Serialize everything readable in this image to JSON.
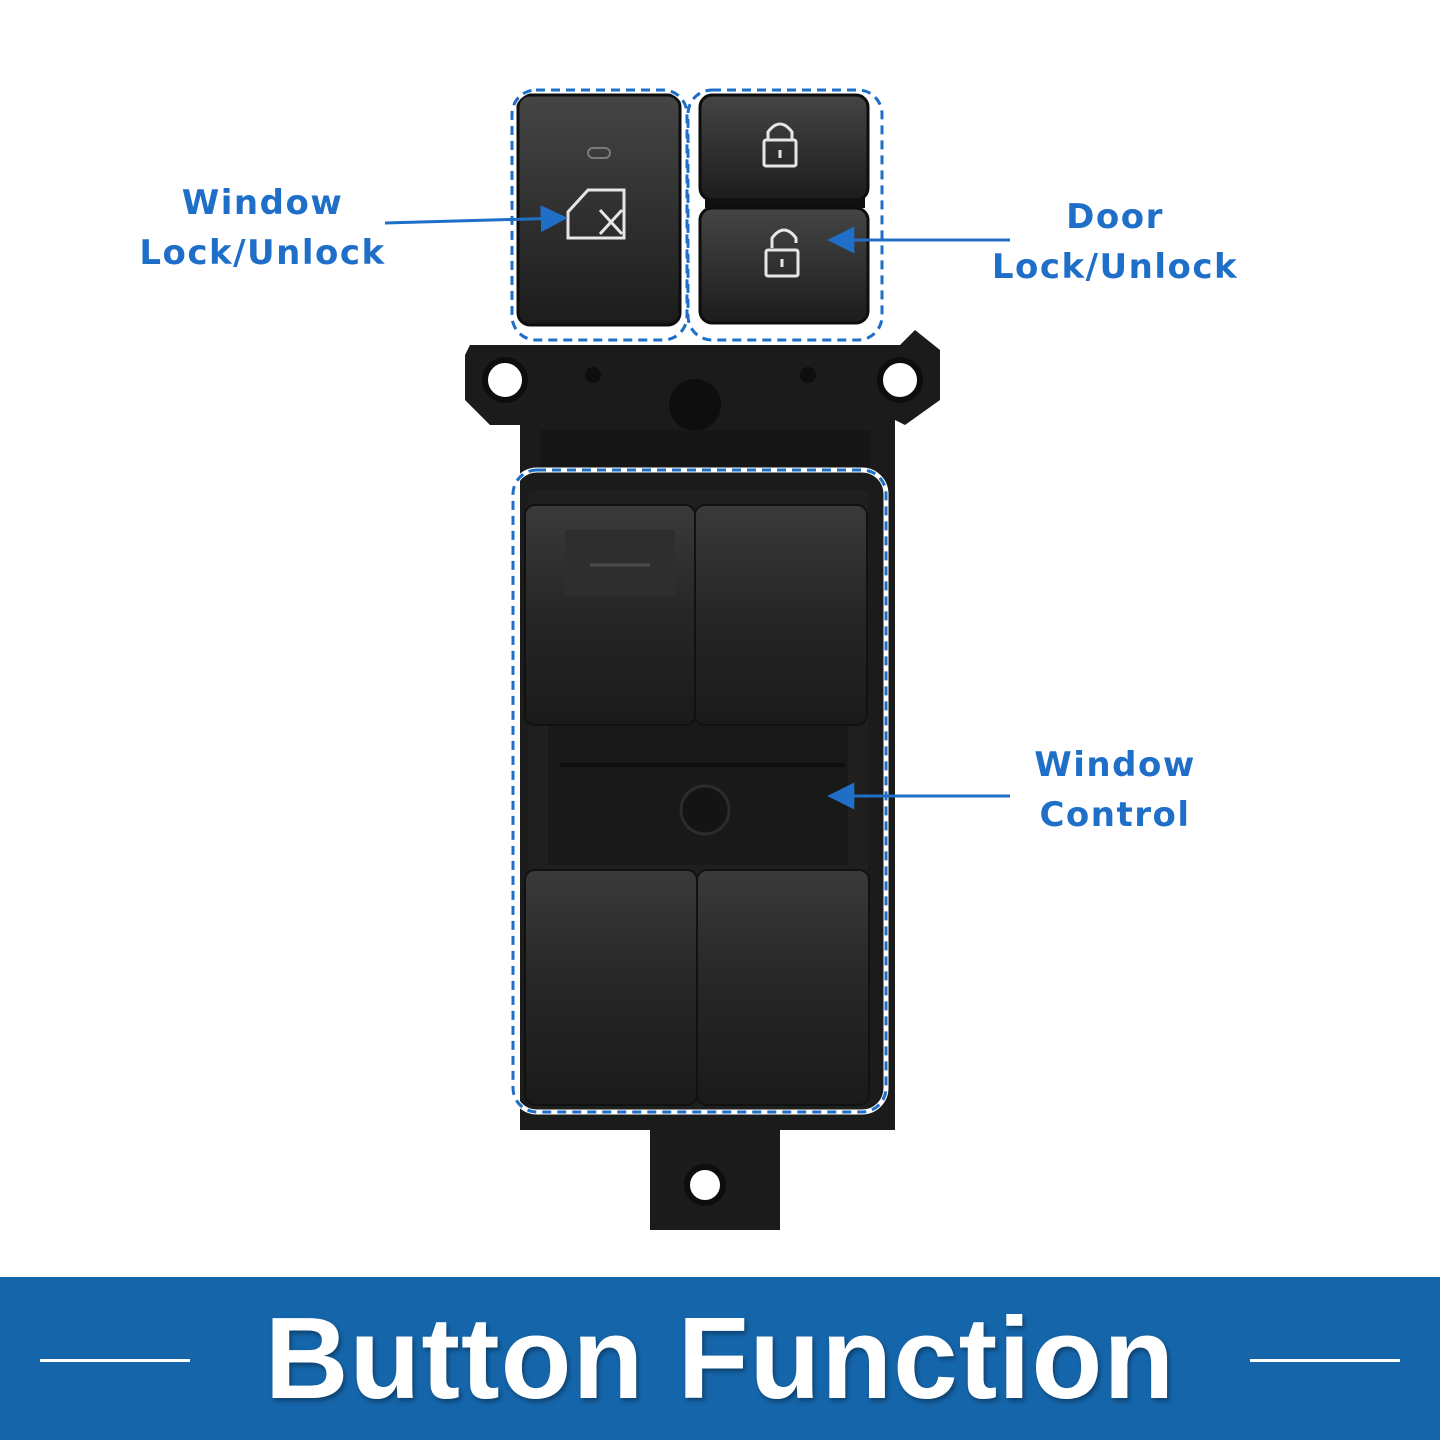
{
  "callouts": [
    {
      "id": "window-lock",
      "lines": [
        "Window",
        "Lock/Unlock"
      ]
    },
    {
      "id": "door-lock",
      "lines": [
        "Door",
        "Lock/Unlock"
      ]
    },
    {
      "id": "window-control",
      "lines": [
        "Window",
        "Control"
      ]
    }
  ],
  "footer": {
    "title": "Button Function"
  },
  "colors": {
    "accent": "#1f6fc8",
    "banner": "#1565aa",
    "switch_body": "#1e1e1e",
    "switch_button": "#2b2b2b",
    "icon": "#e6e6e6"
  },
  "icons": [
    "window-lock-icon",
    "padlock-closed-icon",
    "padlock-open-icon"
  ]
}
